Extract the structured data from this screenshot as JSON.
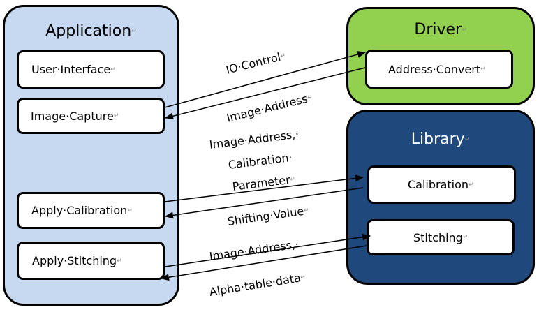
{
  "application": {
    "title": "Application",
    "boxes": [
      "User·Interface",
      "Image·Capture",
      "Apply·Calibration",
      "Apply·Stitching"
    ]
  },
  "driver": {
    "title": "Driver",
    "boxes": [
      "Address·Convert"
    ]
  },
  "library": {
    "title": "Library",
    "boxes": [
      "Calibration",
      "Stitching"
    ]
  },
  "arrow_labels": {
    "io_control": "IO·Control",
    "image_address": "Image·Address",
    "calib_request_line1": "Image·Address,·",
    "calib_request_line2": "Calibration·",
    "calib_request_line3": "Parameter",
    "shifting_value": "Shifting·Value",
    "stitch_request": "Image·Address,·",
    "alpha_table": "Alpha·table·data"
  },
  "colors": {
    "application_fill": "#c6d9f1",
    "driver_fill": "#92d050",
    "library_fill": "#1f497d"
  },
  "paragraph_mark": "↵"
}
